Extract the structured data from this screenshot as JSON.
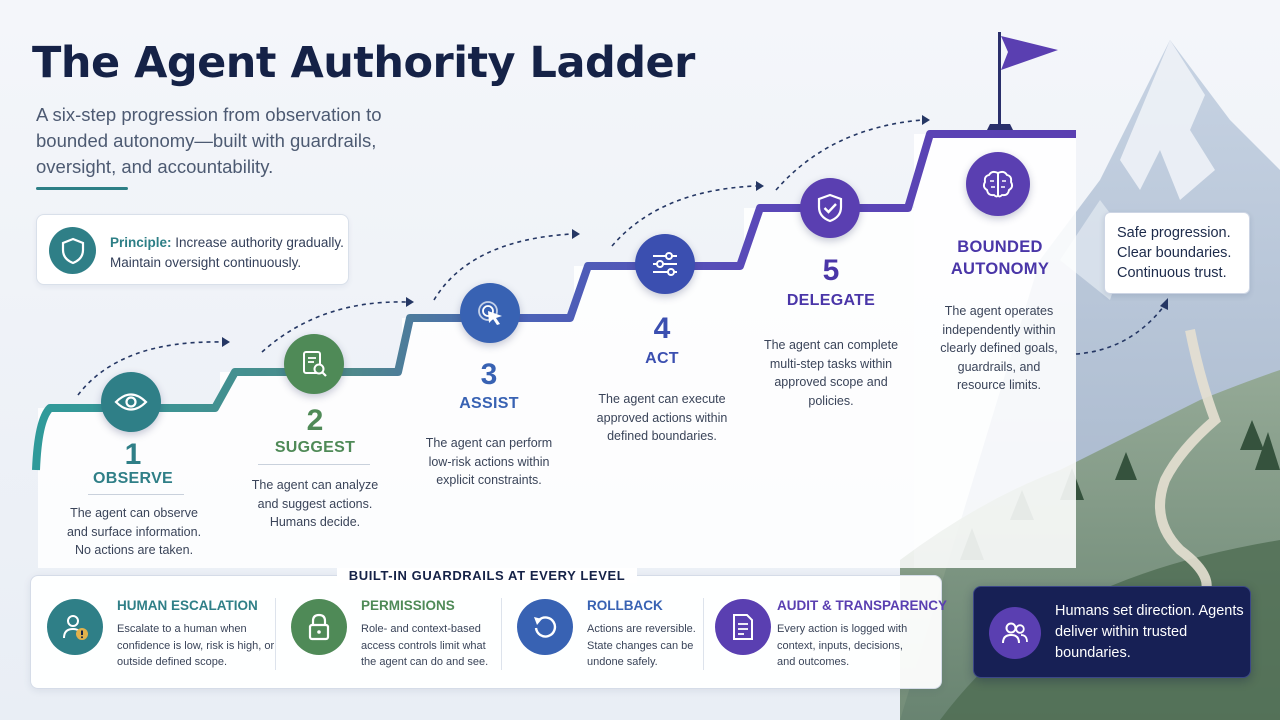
{
  "header": {
    "title": "The Agent Authority Ladder",
    "subtitle": "A six-step progression from observation to bounded autonomy—built with guardrails, oversight, and accountability."
  },
  "principle": {
    "label": "Principle:",
    "text": "Increase authority gradually. Maintain oversight continuously.",
    "icon": "shield-icon"
  },
  "steps": [
    {
      "number": "1",
      "name": "OBSERVE",
      "description": "The agent can observe and surface information. No actions are taken.",
      "icon": "eye-icon",
      "color": "#2f7f87"
    },
    {
      "number": "2",
      "name": "SUGGEST",
      "description": "The agent can analyze and suggest actions. Humans decide.",
      "icon": "document-search-icon",
      "color": "#4f8a57"
    },
    {
      "number": "3",
      "name": "ASSIST",
      "description": "The agent can perform low-risk actions within explicit constraints.",
      "icon": "cursor-click-icon",
      "color": "#3862b3"
    },
    {
      "number": "4",
      "name": "ACT",
      "description": "The agent can execute approved actions within defined boundaries.",
      "icon": "sliders-icon",
      "color": "#3b4fb0"
    },
    {
      "number": "5",
      "name": "DELEGATE",
      "description": "The agent can complete multi-step tasks within approved scope and policies.",
      "icon": "shield-check-icon",
      "color": "#5a3fb1"
    },
    {
      "number": "",
      "name": "BOUNDED AUTONOMY",
      "description": "The agent operates independently within clearly defined goals, guardrails, and resource limits.",
      "icon": "brain-chip-icon",
      "color": "#5a3fb1"
    }
  ],
  "callout_top": "Safe progression. Clear boundaries. Continuous trust.",
  "callout_bottom": {
    "text": "Humans set direction. Agents deliver within trusted boundaries.",
    "icon": "people-icon"
  },
  "guardrails": {
    "title": "BUILT-IN GUARDRAILS AT EVERY LEVEL",
    "items": [
      {
        "title": "HUMAN ESCALATION",
        "description": "Escalate to a human when confidence is low, risk is high, or outside defined scope.",
        "icon": "person-alert-icon",
        "color": "#2f7f87"
      },
      {
        "title": "PERMISSIONS",
        "description": "Role- and context-based access controls limit what the agent can do and see.",
        "icon": "lock-icon",
        "color": "#4f8a57"
      },
      {
        "title": "ROLLBACK",
        "description": "Actions are reversible. State changes can be undone safely.",
        "icon": "undo-icon",
        "color": "#3862b3"
      },
      {
        "title": "AUDIT & TRANSPARENCY",
        "description": "Every action is logged with context, inputs, decisions, and outcomes.",
        "icon": "document-list-icon",
        "color": "#5a3fb1"
      }
    ]
  },
  "colors": {
    "navy": "#152247",
    "teal": "#2f7f87",
    "green": "#4f8a57",
    "blue": "#3862b3",
    "indigo": "#3b4fb0",
    "purple": "#5a3fb1"
  }
}
